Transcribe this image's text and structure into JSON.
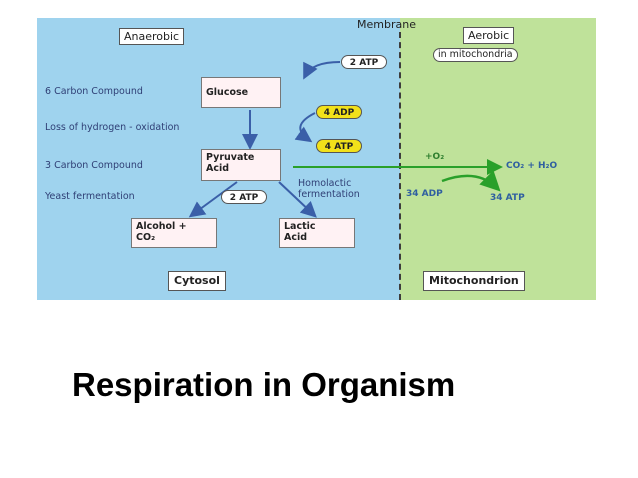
{
  "diagram": {
    "headers": {
      "anaerobic": "Anaerobic",
      "membrane": "Membrane",
      "aerobic": "Aerobic",
      "in_mitochondria": "in mitochondria"
    },
    "left_labels": {
      "six_carbon": "6 Carbon Compound",
      "loss_hydrogen": "Loss of hydrogen - oxidation",
      "three_carbon": "3 Carbon Compound",
      "yeast": "Yeast fermentation"
    },
    "boxes": {
      "glucose": "Glucose",
      "pyruvate": "Pyruvate\nAcid",
      "alcohol": "Alcohol +\nCO₂",
      "lactic": "Lactic\nAcid"
    },
    "pills": {
      "atp_top": "2 ATP",
      "adp_4": "4 ADP",
      "atp_4": "4 ATP",
      "atp_mid": "2 ATP"
    },
    "homolactic": "Homolactic\nfermentation",
    "mito": {
      "o2": "+O₂",
      "products": "CO₂ + H₂O",
      "adp_34": "34 ADP",
      "atp_34": "34 ATP"
    },
    "footers": {
      "cytosol": "Cytosol",
      "mitochondrion": "Mitochondrion"
    },
    "colors": {
      "cytosol": "#9fd3ee",
      "mitochondria": "#bfe29a",
      "arrow_blue": "#3a5fa8",
      "arrow_green": "#2aa02a",
      "pill_yellow": "#f2e11a"
    }
  },
  "slide": {
    "title": "Respiration in Organism"
  }
}
